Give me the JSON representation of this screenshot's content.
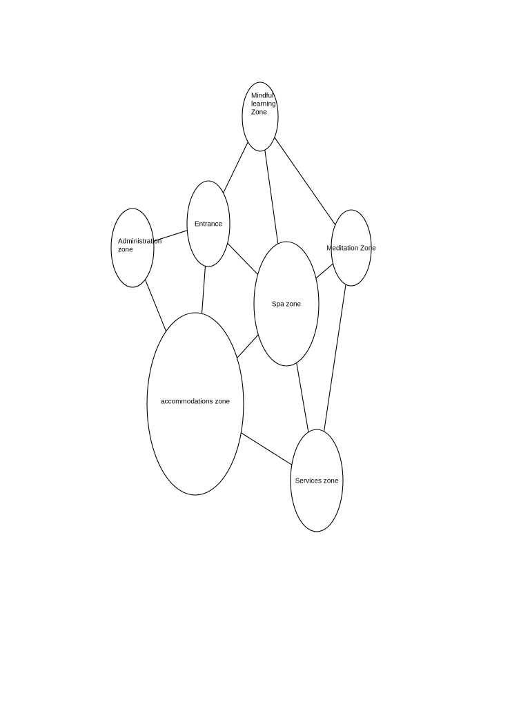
{
  "nodes": [
    {
      "id": "mindful",
      "lines": [
        "Mindful",
        "learning",
        "Zone"
      ]
    },
    {
      "id": "entrance",
      "lines": [
        "Entrance"
      ]
    },
    {
      "id": "admin",
      "lines": [
        "Administration",
        "zone"
      ]
    },
    {
      "id": "meditation",
      "lines": [
        "Meditation Zone"
      ]
    },
    {
      "id": "spa",
      "lines": [
        "Spa zone"
      ]
    },
    {
      "id": "accommodations",
      "lines": [
        "accommodations zone"
      ]
    },
    {
      "id": "services",
      "lines": [
        "Services zone"
      ]
    }
  ],
  "edges": [
    {
      "from": "mindful",
      "to": "entrance"
    },
    {
      "from": "mindful",
      "to": "spa"
    },
    {
      "from": "mindful",
      "to": "meditation"
    },
    {
      "from": "admin",
      "to": "entrance"
    },
    {
      "from": "admin",
      "to": "accommodations"
    },
    {
      "from": "entrance",
      "to": "spa"
    },
    {
      "from": "entrance",
      "to": "accommodations"
    },
    {
      "from": "spa",
      "to": "meditation"
    },
    {
      "from": "spa",
      "to": "accommodations"
    },
    {
      "from": "spa",
      "to": "services"
    },
    {
      "from": "meditation",
      "to": "services"
    },
    {
      "from": "accommodations",
      "to": "services"
    }
  ]
}
